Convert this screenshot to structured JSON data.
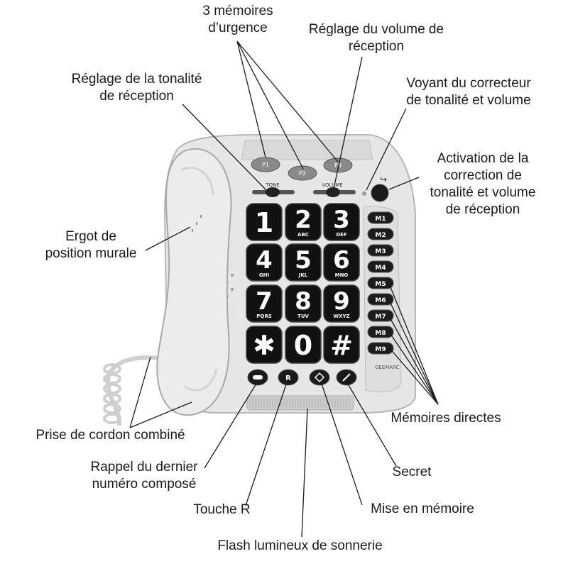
{
  "labels": {
    "emergency": "3 mémoires\nd’urgence",
    "rx_volume": "Réglage du volume de\nréception",
    "rx_tone": "Réglage de la tonalité\nde réception",
    "indicator": "Voyant du correcteur\nde tonalité et volume",
    "activation": "Activation de la\ncorrection de\ntonalité et volume\nde réception",
    "wall_lug": "Ergot de\nposition murale",
    "direct_memories": "Mémoires directes",
    "cord_socket": "Prise de cordon combiné",
    "redial": "Rappel du dernier\nnuméro composé",
    "secret": "Secret",
    "r_key": "Touche R",
    "store": "Mise en mémoire",
    "ring_flash": "Flash lumineux de sonnerie"
  },
  "phone": {
    "emergency_keys": [
      "P1",
      "P2",
      "P3"
    ],
    "tone_label": "TONE",
    "volume_label": "VOLUME",
    "keys": [
      {
        "digit": "1",
        "letters": ""
      },
      {
        "digit": "2",
        "letters": "ABC"
      },
      {
        "digit": "3",
        "letters": "DEF"
      },
      {
        "digit": "4",
        "letters": "GHI"
      },
      {
        "digit": "5",
        "letters": "JKL"
      },
      {
        "digit": "6",
        "letters": "MNO"
      },
      {
        "digit": "7",
        "letters": "PQRS"
      },
      {
        "digit": "8",
        "letters": "TUV"
      },
      {
        "digit": "9",
        "letters": "WXYZ"
      },
      {
        "digit": "✱",
        "letters": ""
      },
      {
        "digit": "0",
        "letters": ""
      },
      {
        "digit": "#",
        "letters": ""
      }
    ],
    "memory_keys": [
      "M1",
      "M2",
      "M3",
      "M4",
      "M5",
      "M6",
      "M7",
      "M8",
      "M9"
    ],
    "function_keys": [
      "",
      "R",
      "",
      ""
    ],
    "brand": "GEEMARC",
    "colors": {
      "body": "#e6e6e4",
      "handset": "#ececea",
      "keys": "#111111",
      "memory_keys": "#1c1c1c",
      "emergency_keys": "#8a8a88"
    }
  }
}
